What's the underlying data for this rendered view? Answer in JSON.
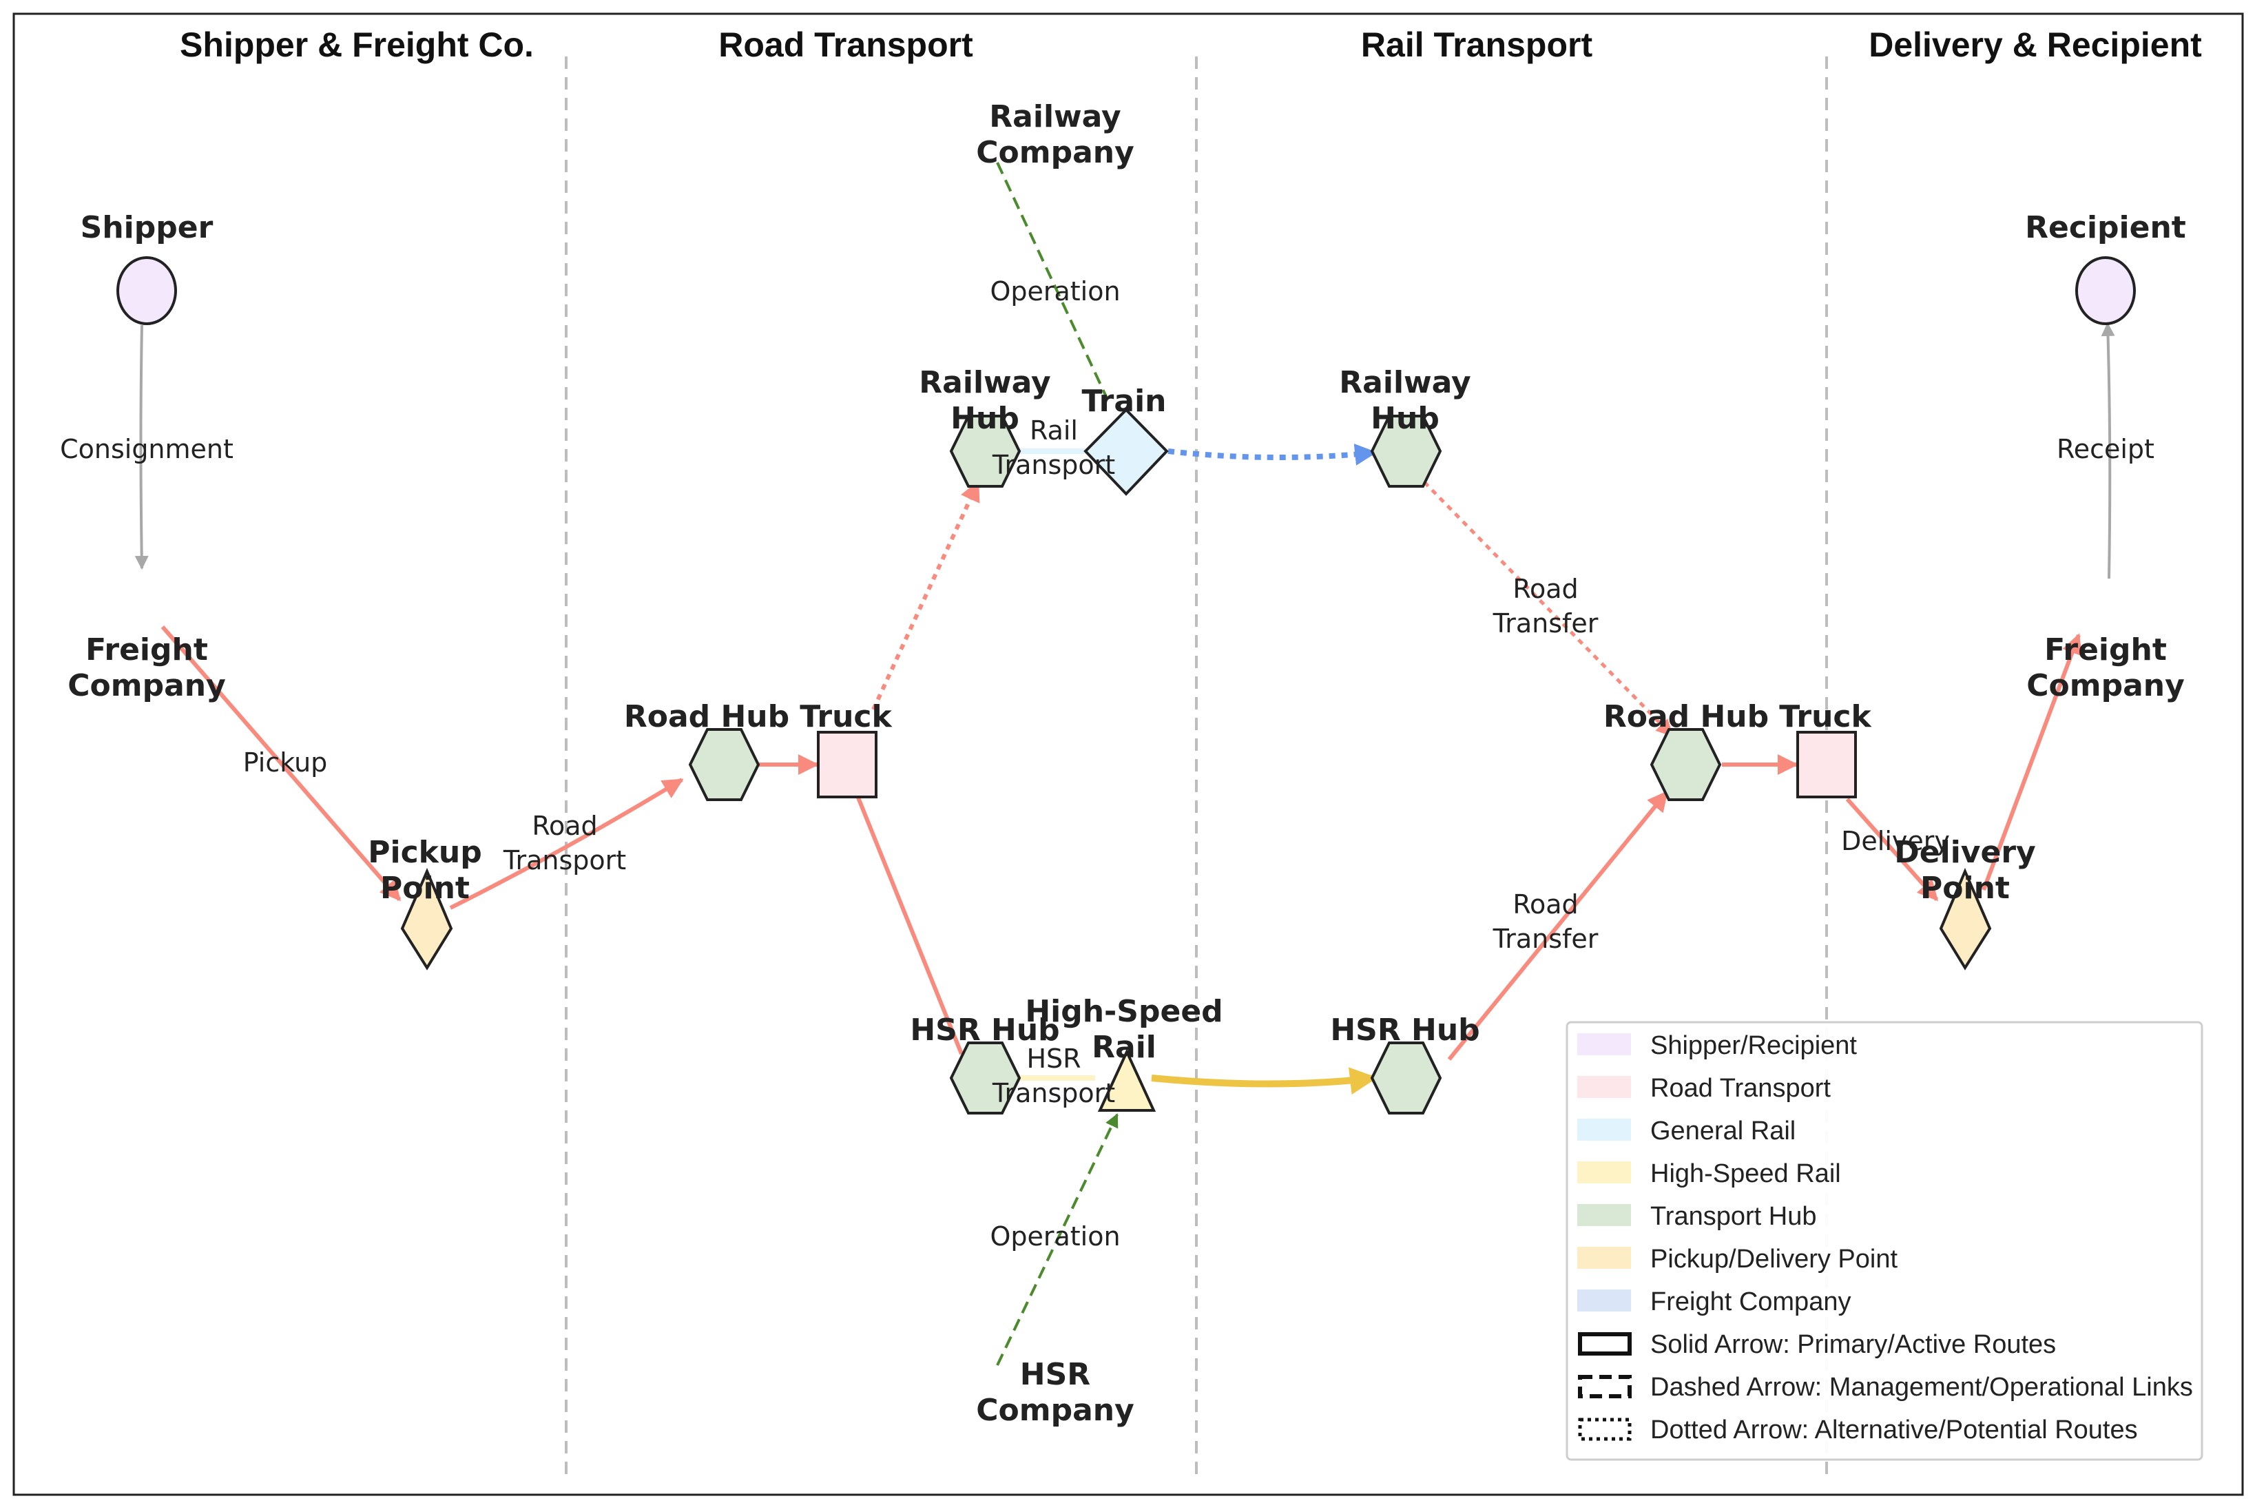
{
  "sections": {
    "shipper": "Shipper & Freight Co.",
    "road": "Road Transport",
    "rail": "Rail Transport",
    "delivery": "Delivery & Recipient"
  },
  "nodes": {
    "shipper": [
      "Shipper"
    ],
    "freight_company_left": [
      "Freight",
      "Company"
    ],
    "pickup_point": [
      "Pickup",
      "Point"
    ],
    "road_hub_left": [
      "Road Hub"
    ],
    "truck_left": [
      "Truck"
    ],
    "railway_company": [
      "Railway",
      "Company"
    ],
    "railway_hub_left": [
      "Railway",
      "Hub"
    ],
    "train": [
      "Train"
    ],
    "hsr_hub_left": [
      "HSR Hub"
    ],
    "high_speed_rail": [
      "High-Speed",
      "Rail"
    ],
    "hsr_company": [
      "HSR",
      "Company"
    ],
    "railway_hub_right": [
      "Railway",
      "Hub"
    ],
    "hsr_hub_right": [
      "HSR Hub"
    ],
    "road_hub_right": [
      "Road Hub"
    ],
    "truck_right": [
      "Truck"
    ],
    "delivery_point": [
      "Delivery",
      "Point"
    ],
    "freight_company_right": [
      "Freight",
      "Company"
    ],
    "recipient": [
      "Recipient"
    ]
  },
  "edges": {
    "consignment": [
      "Consignment"
    ],
    "pickup": [
      "Pickup"
    ],
    "road_transport": [
      "Road",
      "Transport"
    ],
    "operation_rail": [
      "Operation"
    ],
    "rail_transport": [
      "Rail",
      "Transport"
    ],
    "hsr_transport": [
      "HSR",
      "Transport"
    ],
    "operation_hsr": [
      "Operation"
    ],
    "road_transfer_top": [
      "Road",
      "Transfer"
    ],
    "road_transfer_bottom": [
      "Road",
      "Transfer"
    ],
    "delivery": [
      "Delivery"
    ],
    "receipt": [
      "Receipt"
    ]
  },
  "legend": {
    "items": [
      "Shipper/Recipient",
      "Road Transport",
      "General Rail",
      "High-Speed Rail",
      "Transport Hub",
      "Pickup/Delivery Point",
      "Freight Company",
      "Solid Arrow: Primary/Active Routes",
      "Dashed Arrow: Management/Operational Links",
      "Dotted Arrow: Alternative/Potential Routes"
    ]
  },
  "colors": {
    "shipper_recipient": "#f3e8fc",
    "road_transport": "#fde7ea",
    "general_rail": "#e1f3fd",
    "high_speed_rail": "#fdf3c4",
    "transport_hub": "#d8e8d4",
    "pickup_delivery": "#fdecc4",
    "freight_company": "#dae6f8",
    "road_edge": "#f98b7e",
    "rail_edge": "#6495ed",
    "hsr_edge": "#eec445",
    "operation_edge": "#4c8a2e",
    "neutral_edge": "#a8a8a8",
    "divider": "#bdbdbd"
  }
}
